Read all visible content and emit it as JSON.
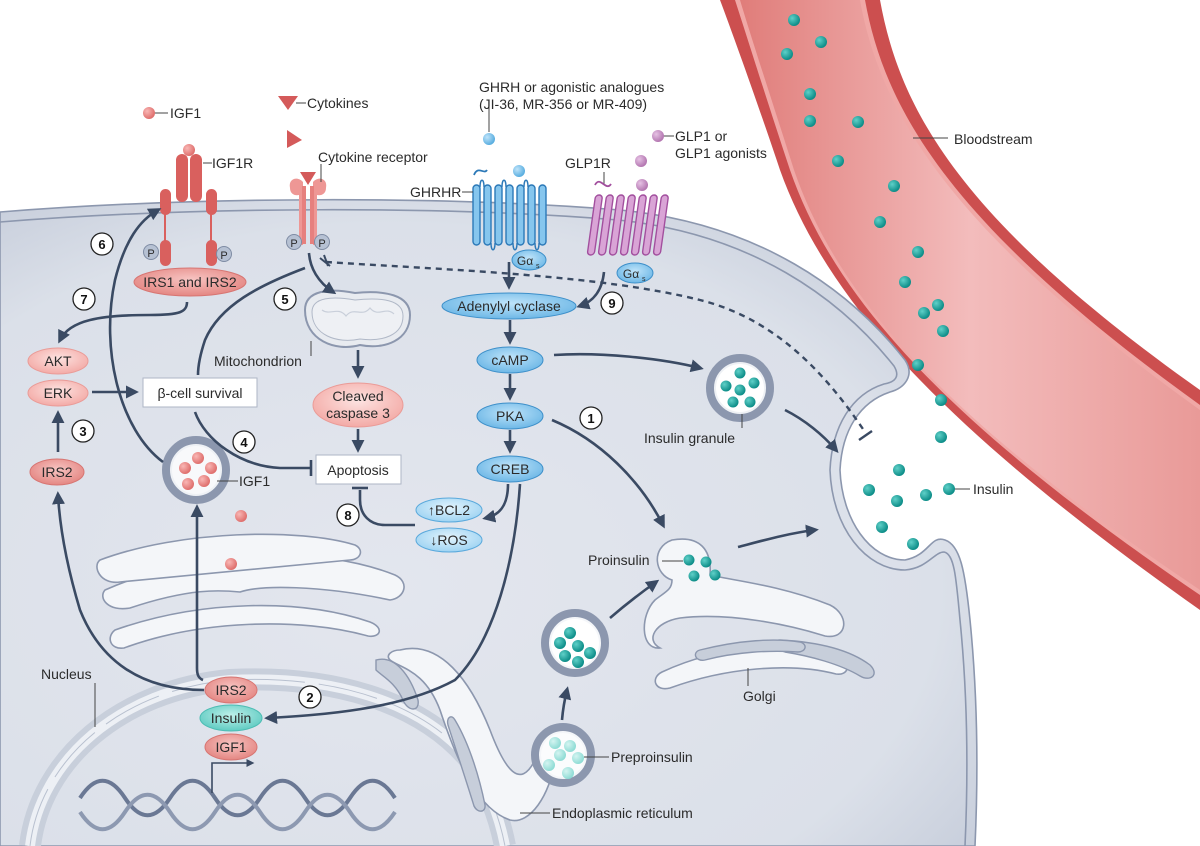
{
  "figure": {
    "labels": {
      "igf1_legend": "IGF1",
      "cytokines_legend": "Cytokines",
      "igf1r": "IGF1R",
      "cytokine_receptor": "Cytokine receptor",
      "ghrh_line1": "GHRH or agonistic analogues",
      "ghrh_line2": "(JI-36, MR-356 or MR-409)",
      "ghrhr": "GHRHR",
      "glp1r": "GLP1R",
      "glp1_line1": "GLP1 or",
      "glp1_line2": "GLP1 agonists",
      "bloodstream": "Bloodstream",
      "mitochondrion": "Mitochondrion",
      "insulin_granule": "Insulin granule",
      "insulin": "Insulin",
      "igf1_vesicle": "IGF1",
      "proinsulin": "Proinsulin",
      "preproinsulin": "Preproinsulin",
      "golgi": "Golgi",
      "endoplasmic_reticulum": "Endoplasmic reticulum",
      "nucleus": "Nucleus"
    },
    "nodes": {
      "p": "P",
      "irs1_irs2": "IRS1 and IRS2",
      "akt": "AKT",
      "erk": "ERK",
      "beta_cell_survival": "β-cell survival",
      "irs2_cyto": "IRS2",
      "cleaved_line1": "Cleaved",
      "cleaved_line2": "caspase 3",
      "apoptosis": "Apoptosis",
      "gas": "Gα",
      "gas_sub": "s",
      "adenylyl_cyclase": "Adenylyl cyclase",
      "camp": "cAMP",
      "pka": "PKA",
      "creb": "CREB",
      "bcl2": "↑BCL2",
      "ros": "↓ROS",
      "irs2_nuc": "IRS2",
      "insulin_nuc": "Insulin",
      "igf1_nuc": "IGF1"
    },
    "steps": [
      "1",
      "2",
      "3",
      "4",
      "5",
      "6",
      "7",
      "8",
      "9"
    ],
    "colors": {
      "cell": "#dde1ea",
      "membrane": "#8c97ae",
      "red_protein": "#e07a7a",
      "blue_protein": "#7cc0ea",
      "purple_receptor": "#c98bc6",
      "teal_insulin": "#1fa5a0",
      "vessel": "#d45a5a",
      "arrow": "#3a4a63"
    }
  }
}
